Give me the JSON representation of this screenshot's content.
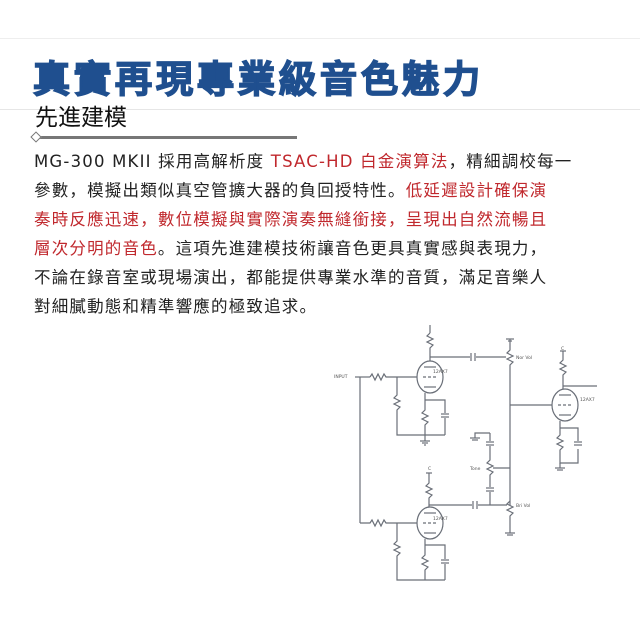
{
  "banner": {
    "title": "真實再現專業級音色魅力"
  },
  "section": {
    "title": "先進建模"
  },
  "paragraph": {
    "lines": [
      [
        {
          "text": "MG-300 MKII 採用高解析度 ",
          "red": false
        },
        {
          "text": "TSAC-HD 白金演算法",
          "red": true
        },
        {
          "text": "，精細調校每一",
          "red": false
        }
      ],
      [
        {
          "text": "參數，模擬出類似真空管擴大器的負回授特性。",
          "red": false
        },
        {
          "text": "低延遲設計確保演",
          "red": true
        }
      ],
      [
        {
          "text": "奏時反應迅速，數位模擬與實際演奏無縫銜接，呈現出自然流暢且",
          "red": true
        }
      ],
      [
        {
          "text": "層次分明的音色",
          "red": true
        },
        {
          "text": "。這項先進建模技術讓音色更具真實感與表現力，",
          "red": false
        }
      ],
      [
        {
          "text": "不論在錄音室或現場演出，都能提供專業水準的音質，滿足音樂人",
          "red": false
        }
      ],
      [
        {
          "text": "對細膩動態和精準響應的極致追求。",
          "red": false
        }
      ]
    ]
  },
  "schematic": {
    "input_label": "INPUT",
    "tube_label": "12AX7",
    "nor_vol_label": "Nor Vol",
    "tone_label": "Tone",
    "bri_vol_label": "Bri Vol",
    "supply_label": "C"
  },
  "colors": {
    "title_blue": "#1f4f8f",
    "highlight_red": "#c0282d"
  }
}
